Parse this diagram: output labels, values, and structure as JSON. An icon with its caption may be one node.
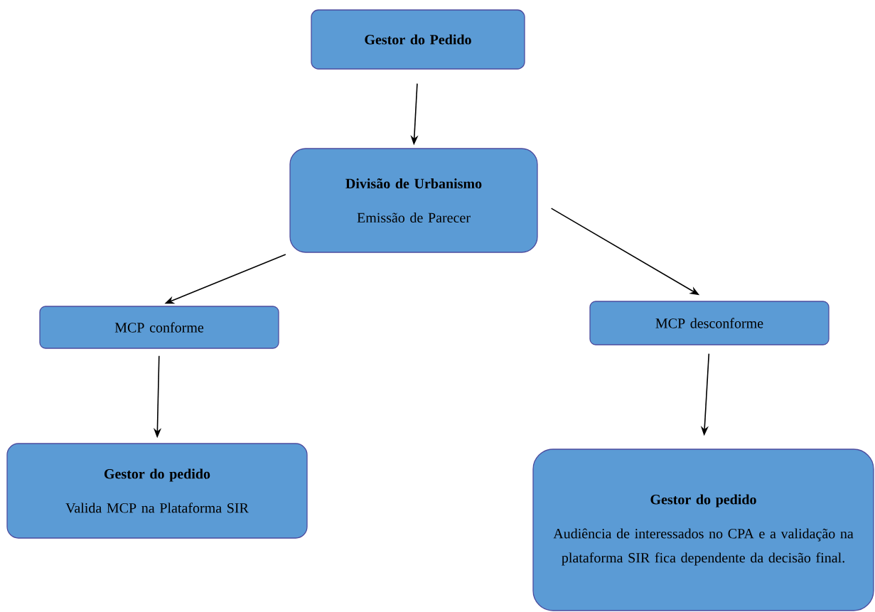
{
  "diagram": {
    "nodes": [
      {
        "text": [
          "Gestor do Pedido"
        ]
      },
      {
        "text": [
          "Divisão de Urbanismo",
          "Emissão de Parecer"
        ]
      },
      {
        "text": [
          "MCP conforme"
        ]
      },
      {
        "text": [
          "MCP desconforme"
        ]
      },
      {
        "text": [
          "Gestor do pedido",
          "Valida MCP na Plataforma SIR"
        ]
      },
      {
        "text": [
          "Gestor do pedido",
          "Audiência de interessados no CPA e a validação na plataforma SIR fica dependente da decisão final."
        ]
      }
    ],
    "edges": [
      {
        "from": 0,
        "to": 1,
        "arrow": "to"
      },
      {
        "from": 1,
        "to": 2,
        "arrow": "to"
      },
      {
        "from": 1,
        "to": 3,
        "arrow": "to"
      },
      {
        "from": 2,
        "to": 4,
        "arrow": "to"
      },
      {
        "from": 3,
        "to": 5,
        "arrow": "to"
      }
    ]
  }
}
